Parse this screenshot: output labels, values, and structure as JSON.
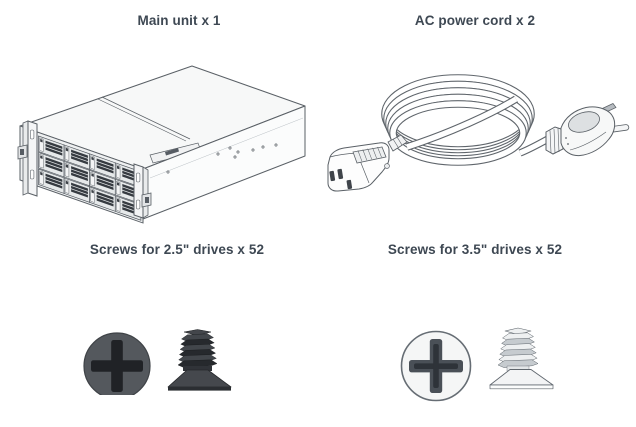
{
  "captions": {
    "main_unit": "Main unit x 1",
    "ac_power_cord": "AC power cord x 2",
    "screws_25": "Screws for 2.5\" drives x 52",
    "screws_35": "Screws for 3.5\" drives x 52"
  },
  "colors": {
    "background": "#ffffff",
    "caption_text": "#3e4853",
    "line_art_stroke": "#5a6066",
    "dark_screw_body": "#54585d",
    "dark_screw_cross": "#202226",
    "light_screw_body": "#f5f6f6",
    "light_screw_outline": "#666d74"
  },
  "illustrations": {
    "main_unit": "12-bay 2U rackmount unit, isometric line drawing",
    "ac_power_cord": "coiled power cable with C13 connector and wall plug",
    "screws_25": "dark flat-head screw, top view and side view",
    "screws_35": "silver flat-head screw, top view and side view"
  }
}
